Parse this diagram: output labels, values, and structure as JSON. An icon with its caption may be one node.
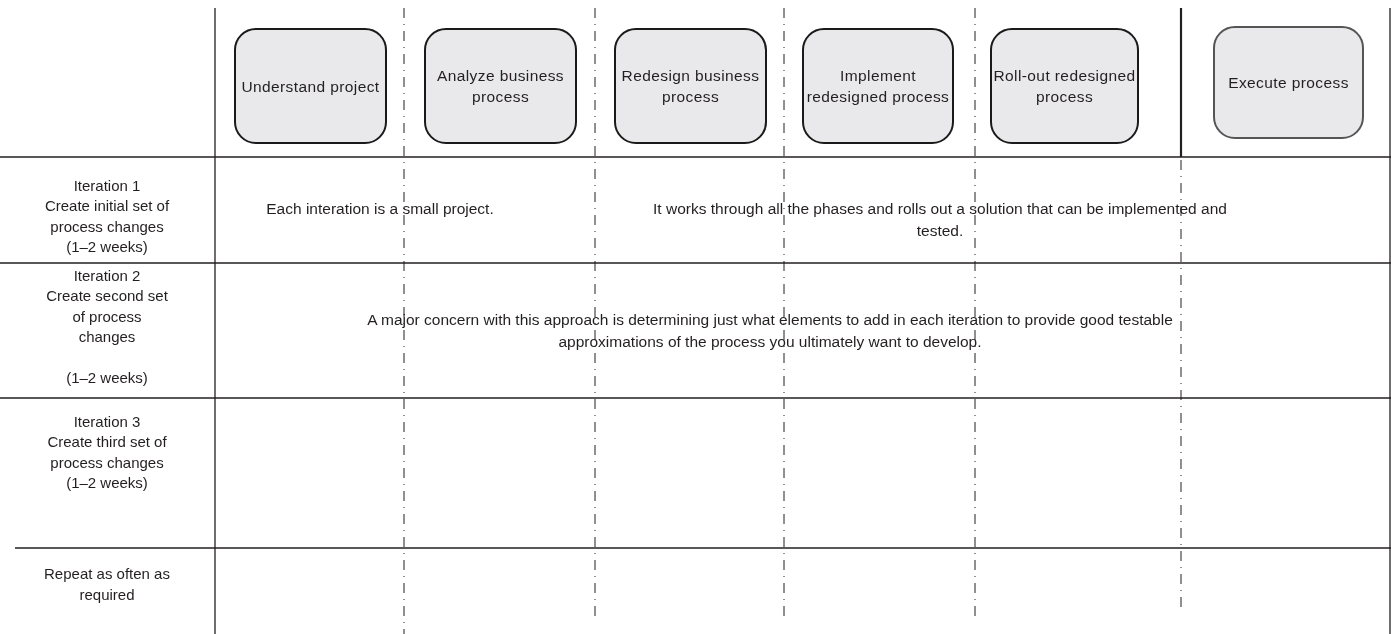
{
  "diagram": {
    "nodes": [
      {
        "text": [
          "Understand project"
        ]
      },
      {
        "text": [
          "Analyze business process"
        ]
      },
      {
        "text": [
          "Redesign business process"
        ]
      },
      {
        "text": [
          "Implement redesigned process"
        ]
      },
      {
        "text": [
          "Roll-out redesigned process"
        ]
      },
      {
        "text": [
          "Execute process"
        ]
      }
    ],
    "edges": [],
    "labels": [
      "Iteration 1",
      "Create initial set of process changes",
      "(1–2 weeks)",
      "Each interation is a small project.",
      "It works through all the phases and rolls out a solution that can be implemented and tested.",
      "Iteration 2",
      "Create second set of process changes",
      "(1–2 weeks)",
      "A major concern with this approach is determining just what elements to add in each iteration to provide good testable approximations of the process you ultimately want to develop.",
      "Iteration 3",
      "Create third set of process changes",
      "(1–2 weeks)",
      "Repeat as often as required"
    ]
  }
}
